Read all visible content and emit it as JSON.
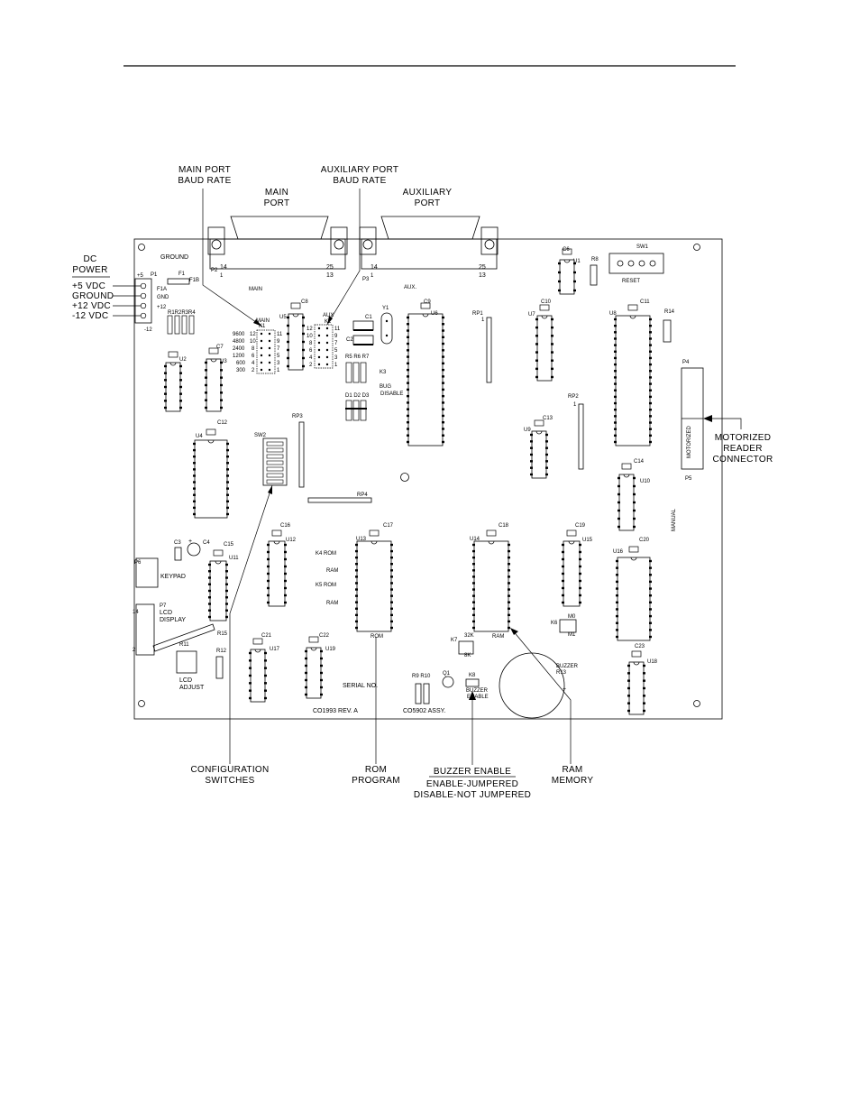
{
  "callouts": {
    "main_baud": [
      "MAIN PORT",
      "BAUD RATE"
    ],
    "aux_baud": [
      "AUXILIARY PORT",
      "BAUD RATE"
    ],
    "main_port": [
      "MAIN",
      "PORT"
    ],
    "aux_port": [
      "AUXILIARY",
      "PORT"
    ],
    "dc_power": [
      "DC",
      "POWER"
    ],
    "motorized": [
      "MOTORIZED",
      "READER",
      "CONNECTOR"
    ],
    "config": [
      "CONFIGURATION",
      "SWITCHES"
    ],
    "rom": [
      "ROM",
      "PROGRAM"
    ],
    "buzzer": [
      "BUZZER ENABLE",
      "ENABLE-JUMPERED",
      "DISABLE-NOT JUMPERED"
    ],
    "ram": [
      "RAM",
      "MEMORY"
    ]
  },
  "power_lines": [
    "+5  VDC",
    "GROUND",
    "+12  VDC",
    "-12  VDC"
  ],
  "baud_rates": [
    "9600",
    "4800",
    "2400",
    "1200",
    "600",
    "300"
  ],
  "jumper_pins": {
    "k1_right": [
      "11",
      "9",
      "7",
      "5",
      "3",
      "1"
    ],
    "k1_left": [
      "12",
      "10",
      "8",
      "6",
      "4",
      "2"
    ],
    "k2_left": [
      "12",
      "10",
      "8",
      "6",
      "4",
      "2"
    ],
    "k2_right": [
      "11",
      "9",
      "7",
      "5",
      "3",
      "1"
    ]
  },
  "board_labels": {
    "ground": "GROUND",
    "p1": "P1",
    "plus5": "+5",
    "f1": "F1",
    "f1a": "F1A",
    "f1b": "F1B",
    "gnd": "GND",
    "plus12": "+12",
    "minus12": "-12",
    "r1r4": "R1R2R3R4",
    "p2": "P2",
    "p2_14": "14",
    "p2_1": "1",
    "p2_25": "25",
    "p2_13": "13",
    "main": "MAIN",
    "p3": "P3",
    "p3_14": "14",
    "p3_1": "1",
    "p3_25": "25",
    "p3_13": "13",
    "aux": "AUX.",
    "main_k1_a": "MAIN",
    "main_k1_b": "K1",
    "aux_k2_a": "AUX",
    "aux_k2_b": "K2",
    "u5": "U5",
    "c8": "C8",
    "c1": "C1",
    "c2": "C2",
    "y1": "Y1",
    "c9": "C9",
    "u6": "U6",
    "rp1": "RP1",
    "rp1_1": "1",
    "c10": "C10",
    "u7": "U7",
    "c6": "C6",
    "u1": "U1",
    "r8": "R8",
    "sw1": "SW1",
    "reset": "RESET",
    "c11": "C11",
    "u8": "U8",
    "r14": "R14",
    "r5r7": "R5 R6 R7",
    "k3": "K3",
    "bug": "BUG",
    "disable": "DISABLE",
    "d1d3": "D1 D2 D3",
    "c7": "C7",
    "u2": "U2",
    "u3": "U3",
    "c12": "C12",
    "u4": "U4",
    "sw2": "SW2",
    "rp3": "RP3",
    "rp2": "RP2",
    "rp2_1": "1",
    "c13": "C13",
    "u9": "U9",
    "p4": "P4",
    "motorized": "MOTORIZED",
    "c14": "C14",
    "u10": "U10",
    "p5": "P5",
    "manual": "MANUAL",
    "rp4": "RP4",
    "c16": "C16",
    "u12": "U12",
    "c17": "C17",
    "u13": "U13",
    "k4rom": "K4 ROM",
    "ram1": "RAM",
    "k5rom": "K5 ROM",
    "ram2": "RAM",
    "rom_chip": "ROM",
    "c18": "C18",
    "u14": "U14",
    "ram_chip": "RAM",
    "c19": "C19",
    "u15": "U15",
    "c20": "C20",
    "u16": "U16",
    "c3": "C3",
    "c4": "C4",
    "c15": "C15",
    "u11": "U11",
    "p6": "P6",
    "keypad": "KEYPAD",
    "p7": "P7",
    "p7_14": "14",
    "p7_2": "2",
    "lcd": "LCD",
    "display": "DISPLAY",
    "r15": "R15",
    "r11": "R11",
    "r12": "R12",
    "lcd_adjust": "LCD",
    "adjust": "ADJUST",
    "c21": "C21",
    "u17": "U17",
    "c22": "C22",
    "u19": "U19",
    "k6": "K6",
    "m0": "M0",
    "m1": "M1",
    "k7": "K7",
    "k7_32k": "32K",
    "k7_8k": "8K",
    "serial": "SERIAL NO.",
    "r9r10": "R9 R10",
    "q1": "Q1",
    "k8": "K8",
    "buzzer_en_a": "BUZZER",
    "buzzer_en_b": "ENABLE",
    "buzzer": "BUZZER",
    "r13": "R13",
    "c23": "C23",
    "u18": "U18",
    "co1993": "CO1993   REV. A",
    "co5902": "CO5902  ASSY."
  }
}
